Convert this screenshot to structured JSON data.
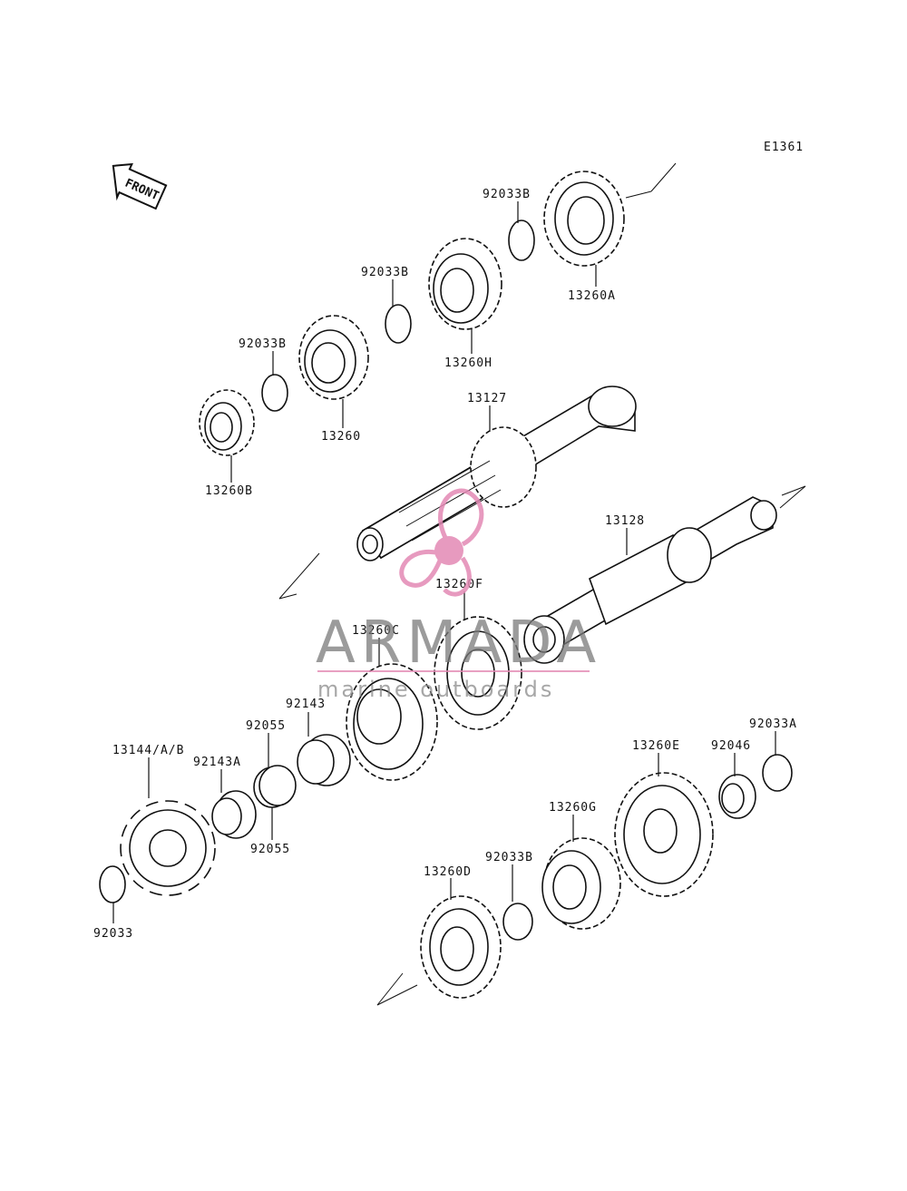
{
  "diagram_code": "E1361",
  "front_label": "FRONT",
  "watermark": {
    "brand": "ARMADA",
    "tagline": "marine outboards",
    "accent_color": "#e389b4",
    "text_color": "#7a7a7a"
  },
  "parts": {
    "p13260A": "13260A",
    "p92033B_a": "92033B",
    "p13260H": "13260H",
    "p92033B_b": "92033B",
    "p13260": "13260",
    "p92033B_c": "92033B",
    "p13260B": "13260B",
    "p13127": "13127",
    "p13128": "13128",
    "p13260F": "13260F",
    "p13260C": "13260C",
    "p92143": "92143",
    "p92055_a": "92055",
    "p92143A": "92143A",
    "p13144": "13144/A/B",
    "p92055_b": "92055",
    "p92033": "92033",
    "p13260E": "13260E",
    "p92046": "92046",
    "p92033A": "92033A",
    "p13260G": "13260G",
    "p92033B_d": "92033B",
    "p13260D": "13260D"
  }
}
